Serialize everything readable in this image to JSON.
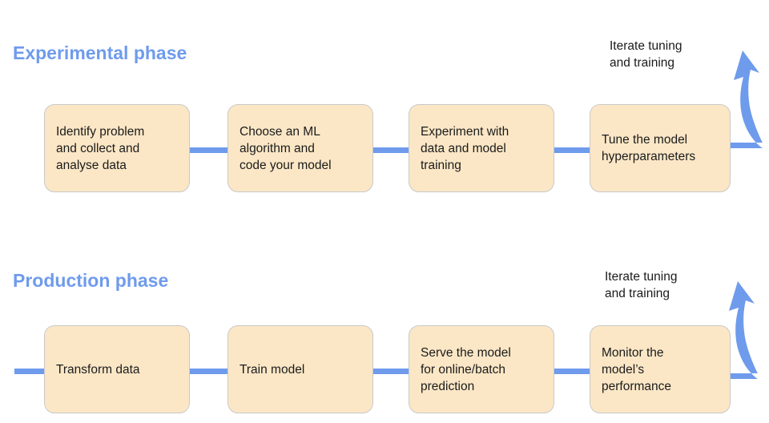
{
  "diagram": {
    "accent_blue": "#6f9bec",
    "node_fill": "#fbe7c6",
    "node_border": "#c9c9c9",
    "text_color": "#1b1b1b"
  },
  "phases": [
    {
      "id": "experimental",
      "title": "Experimental phase",
      "loop_caption": "Iterate tuning\nand training",
      "nodes": [
        {
          "label": "Identify problem\nand collect and\nanalyse data"
        },
        {
          "label": "Choose an ML\nalgorithm and\ncode your model"
        },
        {
          "label": "Experiment with\ndata and model\ntraining"
        },
        {
          "label": "Tune the model\nhyperparameters"
        }
      ]
    },
    {
      "id": "production",
      "title": "Production phase",
      "loop_caption": "Iterate tuning\nand training",
      "nodes": [
        {
          "label": "Transform data"
        },
        {
          "label": "Train model"
        },
        {
          "label": "Serve the model\nfor online/batch\nprediction"
        },
        {
          "label": "Monitor the\nmodel’s\nperformance"
        }
      ]
    }
  ]
}
